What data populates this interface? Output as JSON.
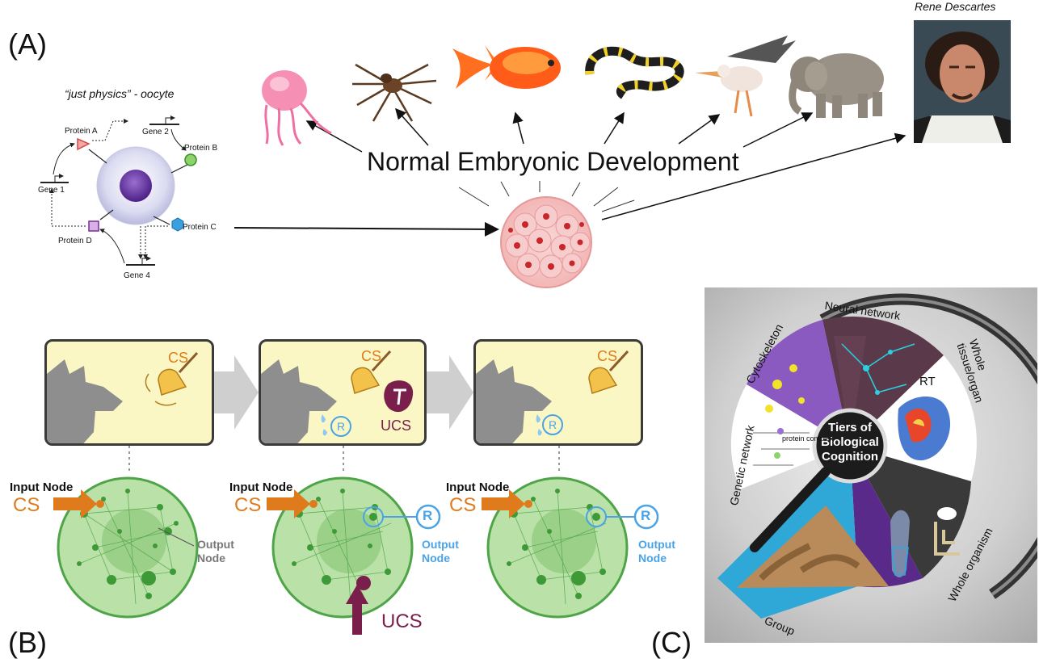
{
  "panels": {
    "a": "(A)",
    "b": "(B)",
    "c": "(C)"
  },
  "panel_a": {
    "oocyte_title": "“just physics” - oocyte",
    "genes": [
      "Gene 1",
      "Gene 2",
      "Gene 4"
    ],
    "proteins": [
      "Protein A",
      "Protein B",
      "Protein C",
      "Protein D"
    ],
    "center_label": "Normal Embryonic Development",
    "portrait_caption": "Rene Descartes",
    "organism_icons": [
      "jellyfish-icon",
      "spider-icon",
      "goldfish-icon",
      "snake-icon",
      "pelican-icon",
      "elephant-icon"
    ]
  },
  "panel_b": {
    "cs": "CS",
    "ucs": "UCS",
    "r": "R",
    "input_node": "Input Node",
    "output_node_line1": "Output",
    "output_node_line2": "Node",
    "colors": {
      "orange": "#e07b1d",
      "blue": "#4aa3e6",
      "maroon": "#7a1e4b",
      "green": "#4ea447"
    }
  },
  "panel_c": {
    "center_line1": "Tiers of",
    "center_line2": "Biological",
    "center_line3": "Cognition",
    "sectors": [
      "Neural network",
      "Cytoskeleton",
      "Whole tissue/organ",
      "Genetic network",
      "Whole organism",
      "Group"
    ],
    "inner_labels": [
      "RT",
      "protein complex"
    ]
  }
}
